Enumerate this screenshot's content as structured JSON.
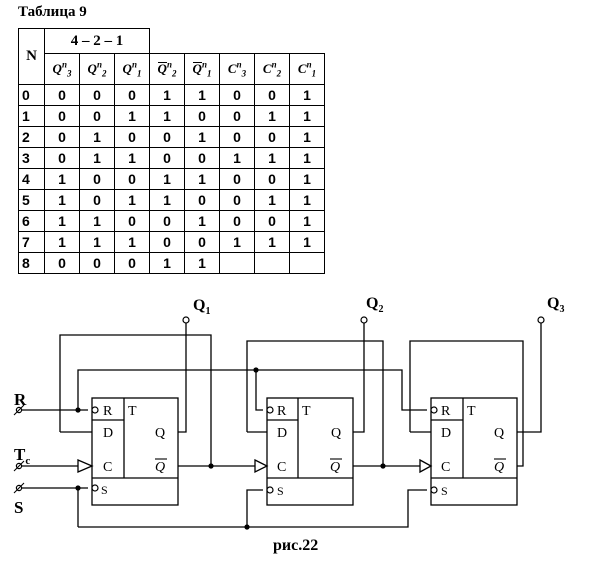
{
  "table": {
    "caption": "Таблица 9",
    "n_header": "N",
    "group_header": "4 – 2 – 1",
    "columns": [
      {
        "base": "Q",
        "sub": "3",
        "sup": "n",
        "bar": false
      },
      {
        "base": "Q",
        "sub": "2",
        "sup": "n",
        "bar": false
      },
      {
        "base": "Q",
        "sub": "1",
        "sup": "n",
        "bar": false
      },
      {
        "base": "Q",
        "sub": "2",
        "sup": "n",
        "bar": true
      },
      {
        "base": "Q",
        "sub": "1",
        "sup": "n",
        "bar": true
      },
      {
        "base": "C",
        "sub": "3",
        "sup": "n",
        "bar": false
      },
      {
        "base": "C",
        "sub": "2",
        "sup": "n",
        "bar": false
      },
      {
        "base": "C",
        "sub": "1",
        "sup": "n",
        "bar": false
      }
    ],
    "rows": [
      {
        "n": "0",
        "cells": [
          "0",
          "0",
          "0",
          "1",
          "1",
          "0",
          "0",
          "1"
        ]
      },
      {
        "n": "1",
        "cells": [
          "0",
          "0",
          "1",
          "1",
          "0",
          "0",
          "1",
          "1"
        ]
      },
      {
        "n": "2",
        "cells": [
          "0",
          "1",
          "0",
          "0",
          "1",
          "0",
          "0",
          "1"
        ]
      },
      {
        "n": "3",
        "cells": [
          "0",
          "1",
          "1",
          "0",
          "0",
          "1",
          "1",
          "1"
        ]
      },
      {
        "n": "4",
        "cells": [
          "1",
          "0",
          "0",
          "1",
          "1",
          "0",
          "0",
          "1"
        ]
      },
      {
        "n": "5",
        "cells": [
          "1",
          "0",
          "1",
          "1",
          "0",
          "0",
          "1",
          "1"
        ]
      },
      {
        "n": "6",
        "cells": [
          "1",
          "1",
          "0",
          "0",
          "1",
          "0",
          "0",
          "1"
        ]
      },
      {
        "n": "7",
        "cells": [
          "1",
          "1",
          "1",
          "0",
          "0",
          "1",
          "1",
          "1"
        ]
      },
      {
        "n": "8",
        "cells": [
          "0",
          "0",
          "0",
          "1",
          "1",
          "",
          "",
          ""
        ]
      }
    ]
  },
  "schematic": {
    "inputs": {
      "reset": "R",
      "clock_base": "T",
      "clock_sub": "c",
      "set": "S"
    },
    "outputs": [
      {
        "base": "Q",
        "sub": "1"
      },
      {
        "base": "Q",
        "sub": "2"
      },
      {
        "base": "Q",
        "sub": "3"
      }
    ],
    "flipflop_pins": {
      "r": "R",
      "t": "T",
      "d": "D",
      "c": "C",
      "s": "S",
      "q": "Q",
      "qbar": "Q"
    }
  },
  "figure_caption": "рис.22"
}
